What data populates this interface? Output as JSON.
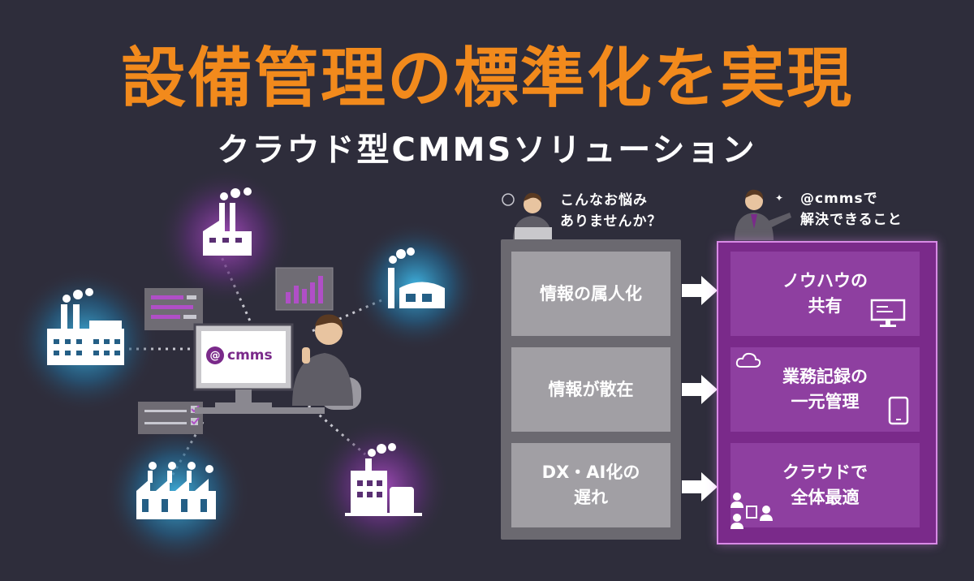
{
  "header": {
    "title": "設備管理の標準化を実現",
    "subtitle": "クラウド型CMMSソリューション"
  },
  "illustration": {
    "monitor_logo_symbol": "@",
    "monitor_logo_text": "cmms"
  },
  "problems": {
    "caption_line1": "こんなお悩み",
    "caption_line2": "ありませんか？",
    "items": [
      {
        "line1": "情報の属人化",
        "line2": ""
      },
      {
        "line1": "情報が散在",
        "line2": ""
      },
      {
        "line1": "DX・AI化の",
        "line2": "遅れ"
      }
    ]
  },
  "solutions": {
    "caption_line1": "@cmmsで",
    "caption_line2": "解決できること",
    "items": [
      {
        "line1": "ノウハウの",
        "line2": "共有",
        "icon": "monitor-icon"
      },
      {
        "line1": "業務記録の",
        "line2": "一元管理",
        "icon": "cloud-tablet-icon"
      },
      {
        "line1": "クラウドで",
        "line2": "全体最適",
        "icon": "people-share-icon"
      }
    ]
  },
  "colors": {
    "background": "#2e2d3b",
    "title": "#f28a1c",
    "accent_purple": "#7a2a8a",
    "glow_purple": "#b04fc7",
    "glow_cyan": "#3fb9e8"
  }
}
